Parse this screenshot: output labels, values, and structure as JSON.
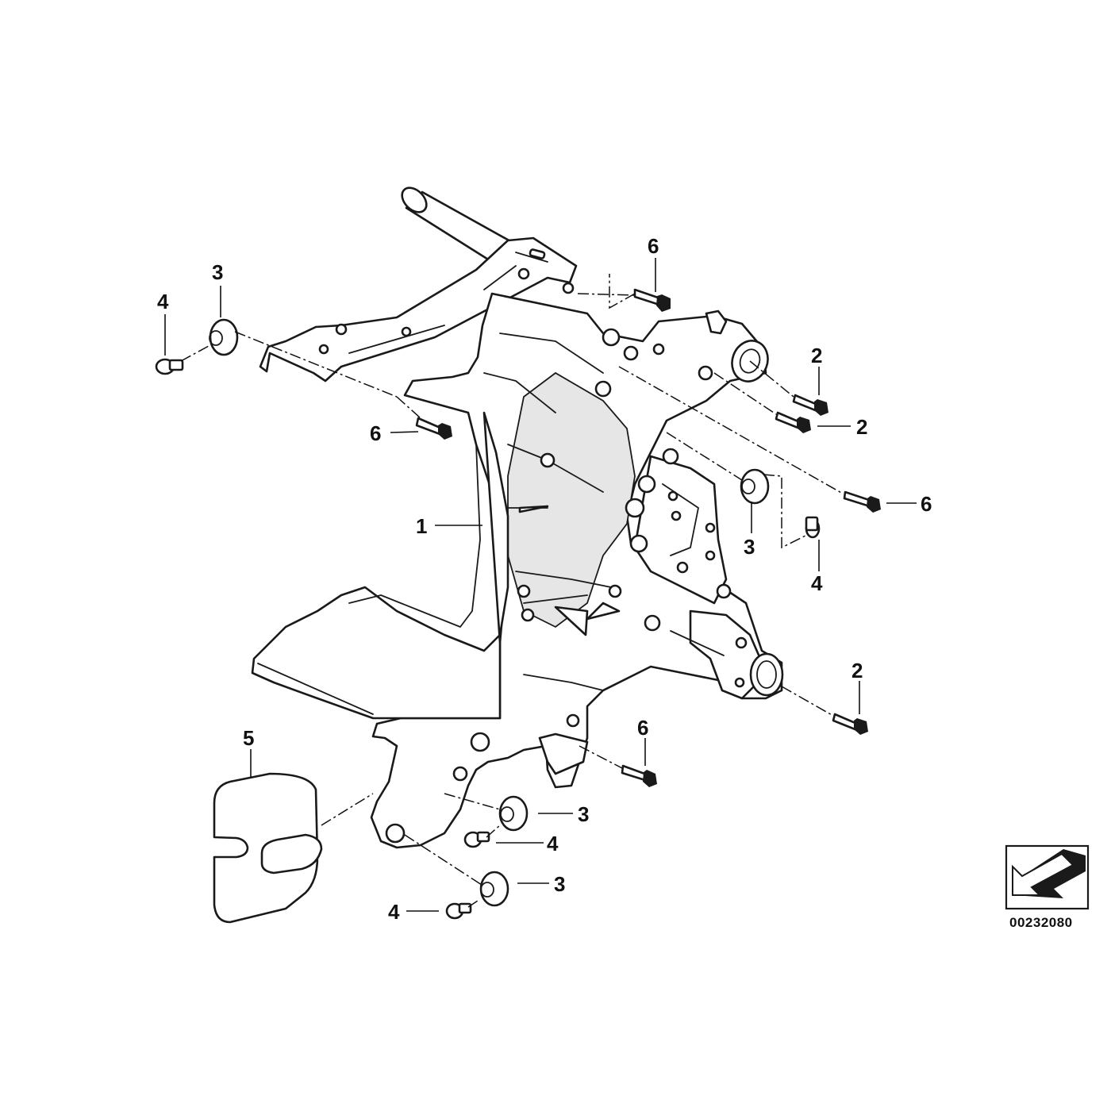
{
  "diagram": {
    "catalog_number": "00232080",
    "callouts": [
      {
        "id": "c1",
        "label": "1"
      },
      {
        "id": "c2a",
        "label": "2"
      },
      {
        "id": "c2b",
        "label": "2"
      },
      {
        "id": "c2c",
        "label": "2"
      },
      {
        "id": "c3a",
        "label": "3"
      },
      {
        "id": "c3b",
        "label": "3"
      },
      {
        "id": "c3c",
        "label": "3"
      },
      {
        "id": "c3d",
        "label": "3"
      },
      {
        "id": "c4a",
        "label": "4"
      },
      {
        "id": "c4b",
        "label": "4"
      },
      {
        "id": "c4c",
        "label": "4"
      },
      {
        "id": "c4d",
        "label": "4"
      },
      {
        "id": "c5",
        "label": "5"
      },
      {
        "id": "c6a",
        "label": "6"
      },
      {
        "id": "c6b",
        "label": "6"
      },
      {
        "id": "c6c",
        "label": "6"
      },
      {
        "id": "c6d",
        "label": "6"
      }
    ],
    "icons": {
      "orientation": "direction-arrow-icon",
      "frame": "rear-frame-icon",
      "screw": "bolt-icon",
      "bushing": "rubber-mount-icon",
      "cover": "cover-plate-icon"
    }
  }
}
